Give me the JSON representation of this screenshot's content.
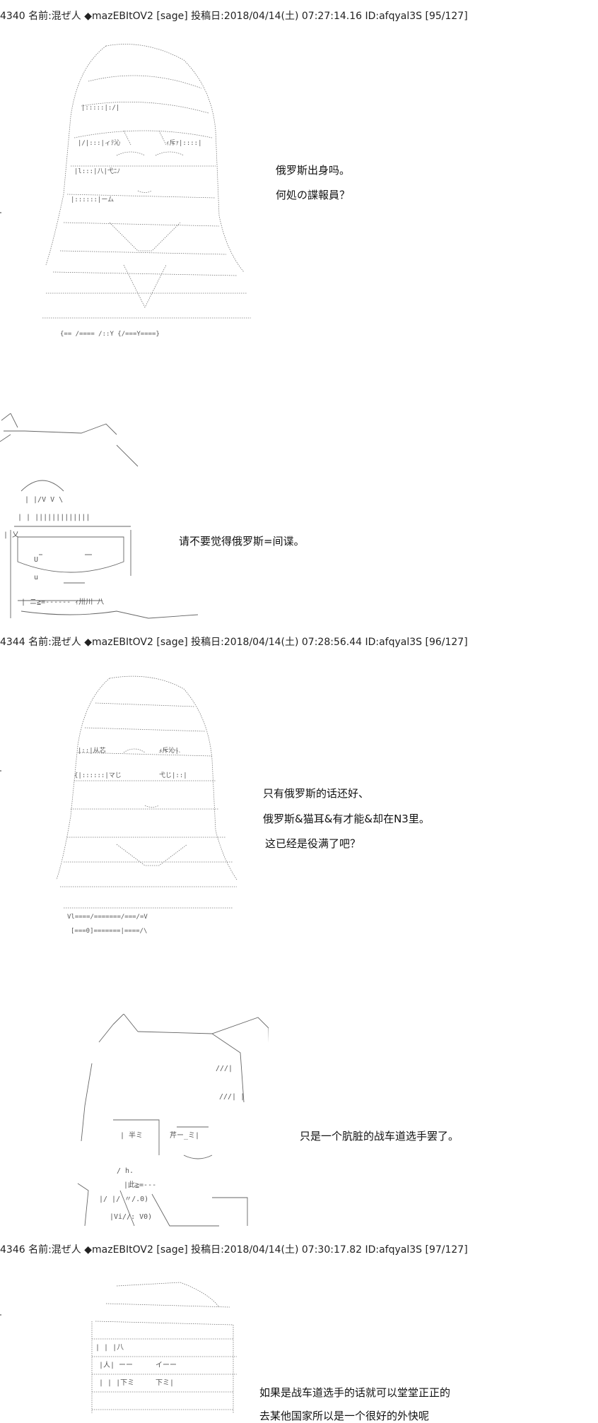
{
  "posts": [
    {
      "header": "4340 名前:混ぜ人 ◆mazEBItOV2 [sage] 投稿日:2018/04/14(土) 07:27:14.16 ID:afqyal3S [95/127]",
      "scenes": [
        {
          "lines": [
            "俄罗斯出身吗。",
            "何処の諜報員？"
          ]
        },
        {
          "lines": [
            "请不要觉得俄罗斯=间谍。"
          ]
        }
      ]
    },
    {
      "header": "4344 名前:混ぜ人 ◆mazEBItOV2 [sage] 投稿日:2018/04/14(土) 07:28:56.44 ID:afqyal3S [96/127]",
      "scenes": [
        {
          "lines": [
            "只有俄罗斯的话还好、",
            "俄罗斯&猫耳&有才能&却在N3里。",
            "这已经是役满了吧？"
          ]
        },
        {
          "lines": [
            "只是一个肮脏的战车道选手罢了。"
          ]
        }
      ]
    },
    {
      "header": "4346 名前:混ぜ人 ◆mazEBItOV2 [sage] 投稿日:2018/04/14(土) 07:30:17.82 ID:afqyal3S [97/127]",
      "scenes": [
        {
          "lines": [
            "如果是战车道选手的话就可以堂堂正正的",
            "去某他国家所以是一个很好的外快呢"
          ]
        }
      ]
    }
  ]
}
